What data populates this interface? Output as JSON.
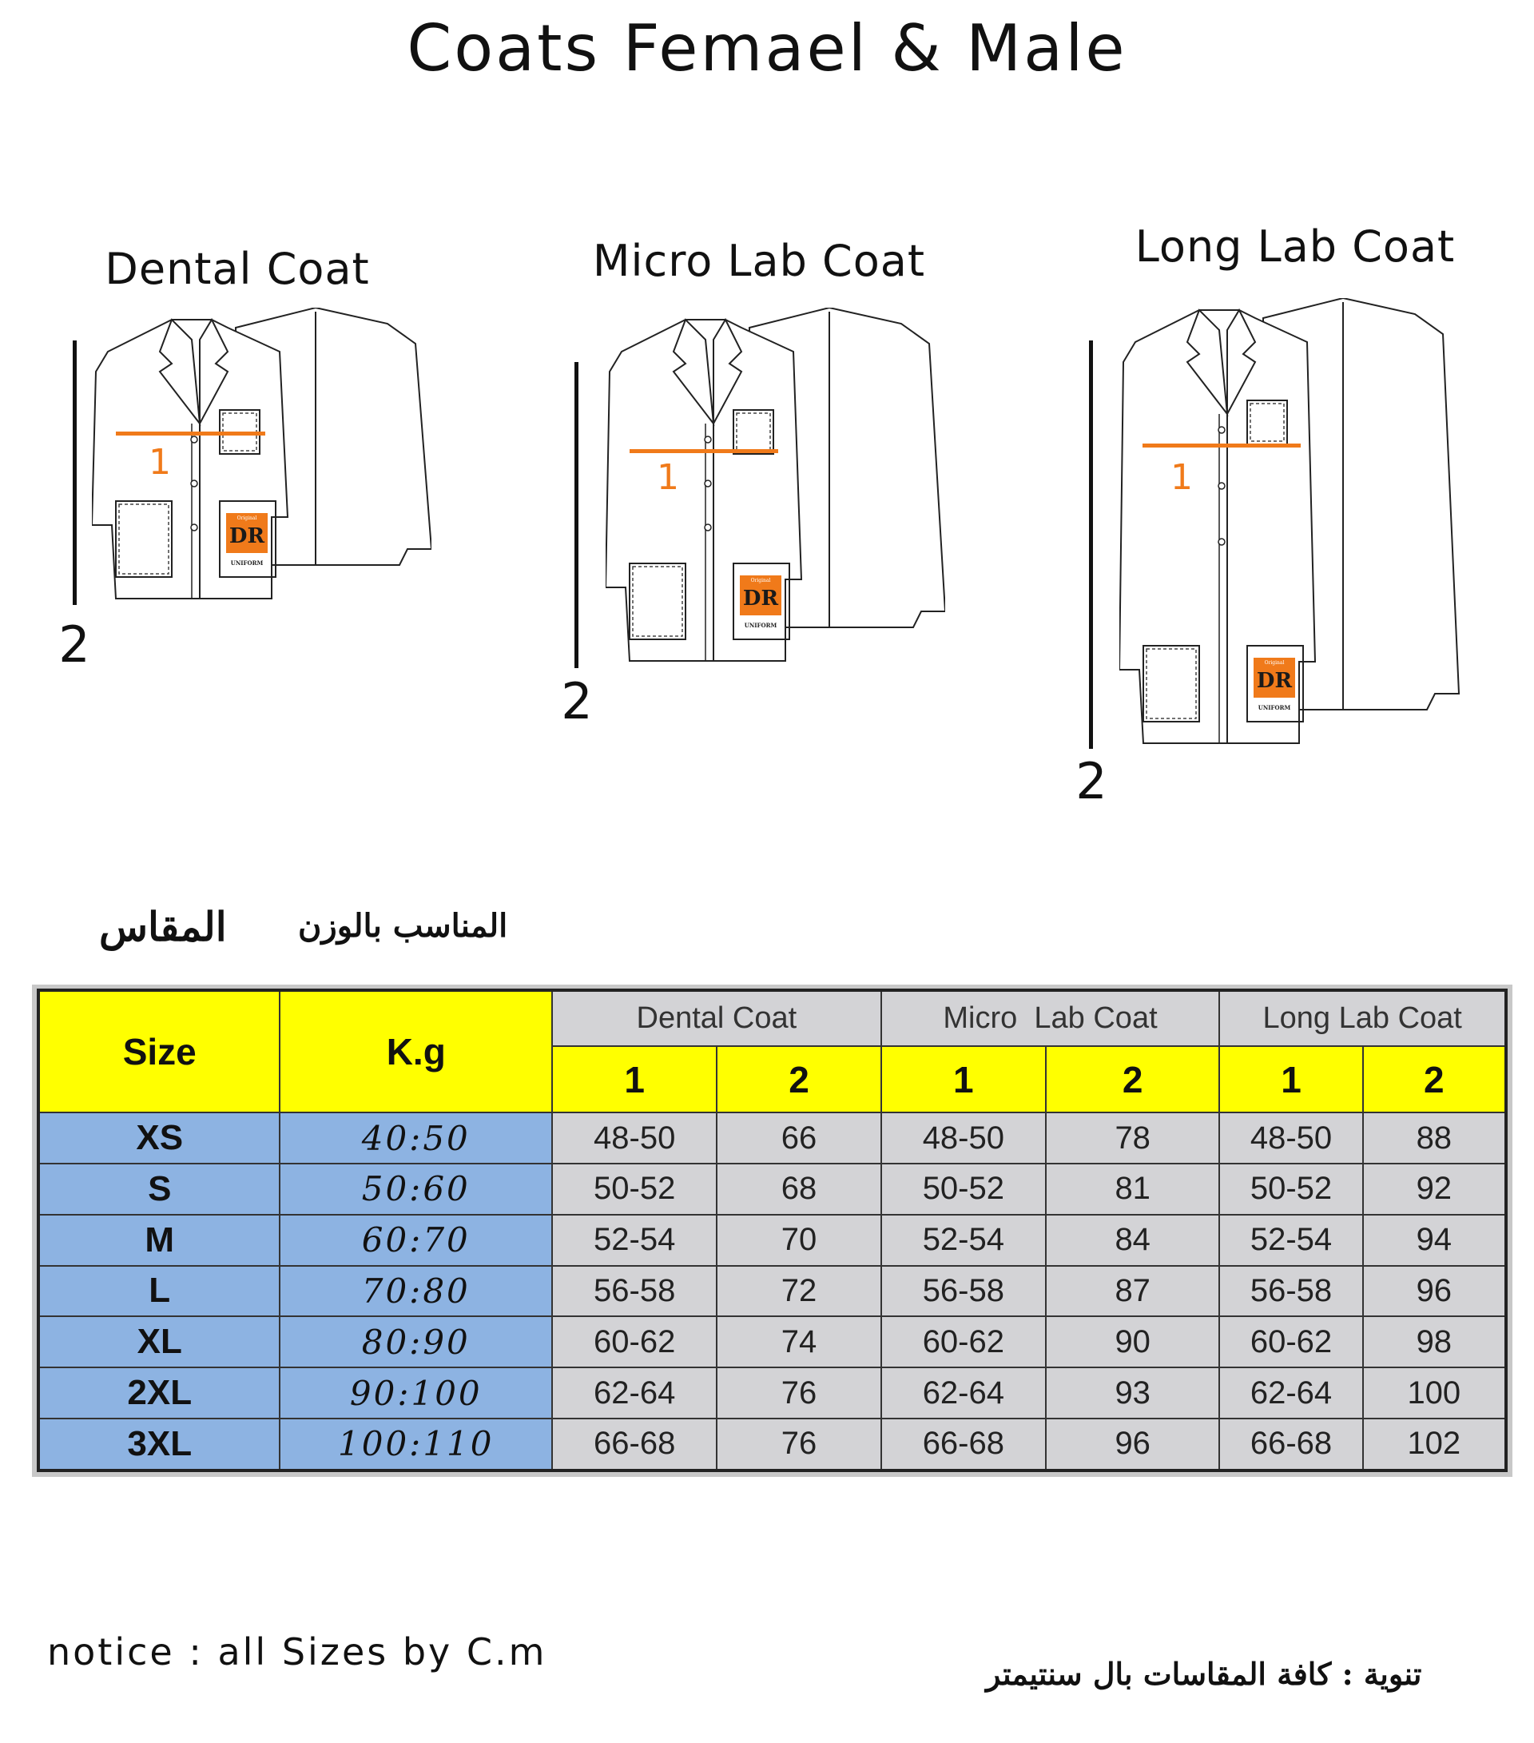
{
  "title": "Coats Femael & Male",
  "coats": [
    {
      "name": "Dental Coat",
      "measure_1": "1",
      "measure_2": "2",
      "logo_top": "Original",
      "logo_main": "DR",
      "logo_bottom": "UNIFORM"
    },
    {
      "name": "Micro Lab Coat",
      "measure_1": "1",
      "measure_2": "2",
      "logo_top": "Original",
      "logo_main": "DR",
      "logo_bottom": "UNIFORM"
    },
    {
      "name": "Long Lab Coat",
      "measure_1": "1",
      "measure_2": "2",
      "logo_top": "Original",
      "logo_main": "DR",
      "logo_bottom": "UNIFORM"
    }
  ],
  "arabic_labels": {
    "size": "المقاس",
    "weight": "المناسب بالوزن"
  },
  "table": {
    "headers": {
      "size": "Size",
      "kg": "K.g",
      "groups": [
        "Dental Coat",
        "Micro  Lab Coat",
        "Long Lab Coat"
      ],
      "sub": [
        "1",
        "2",
        "1",
        "2",
        "1",
        "2"
      ]
    },
    "rows": [
      {
        "size": "XS",
        "kg": "40:50",
        "values": [
          "48-50",
          "66",
          "48-50",
          "78",
          "48-50",
          "88"
        ]
      },
      {
        "size": "S",
        "kg": "50:60",
        "values": [
          "50-52",
          "68",
          "50-52",
          "81",
          "50-52",
          "92"
        ]
      },
      {
        "size": "M",
        "kg": "60:70",
        "values": [
          "52-54",
          "70",
          "52-54",
          "84",
          "52-54",
          "94"
        ]
      },
      {
        "size": "L",
        "kg": "70:80",
        "values": [
          "56-58",
          "72",
          "56-58",
          "87",
          "56-58",
          "96"
        ]
      },
      {
        "size": "XL",
        "kg": "80:90",
        "values": [
          "60-62",
          "74",
          "60-62",
          "90",
          "60-62",
          "98"
        ]
      },
      {
        "size": "2XL",
        "kg": "90:100",
        "values": [
          "62-64",
          "76",
          "62-64",
          "93",
          "62-64",
          "100"
        ]
      },
      {
        "size": "3XL",
        "kg": "100:110",
        "values": [
          "66-68",
          "76",
          "66-68",
          "96",
          "66-68",
          "102"
        ]
      }
    ]
  },
  "notice": "notice :  all Sizes by C.m",
  "notice_arabic": "تنوية : كافة المقاسات بال سنتيمتر",
  "colors": {
    "accent": "#f07a1a",
    "header_yellow": "#ffff00",
    "size_blue": "#8db3e2",
    "cell_gray": "#d3d3d6"
  }
}
